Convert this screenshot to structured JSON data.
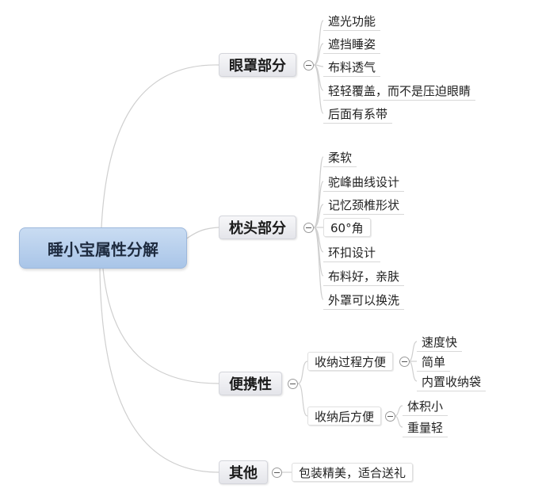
{
  "root": {
    "title": "睡小宝属性分解"
  },
  "branches": [
    {
      "title": "眼罩部分",
      "items": [
        "遮光功能",
        "遮挡睡姿",
        "布料透气",
        "轻轻覆盖，而不是压迫眼睛",
        "后面有系带"
      ]
    },
    {
      "title": "枕头部分",
      "items": [
        "柔软",
        "驼峰曲线设计",
        "记忆颈椎形状",
        "60°角",
        "环扣设计",
        "布料好，亲肤",
        "外罩可以换洗"
      ]
    },
    {
      "title": "便携性",
      "subs": [
        {
          "title": "收纳过程方便",
          "items": [
            "速度快",
            "简单",
            "内置收纳袋"
          ]
        },
        {
          "title": "收纳后方便",
          "items": [
            "体积小",
            "重量轻"
          ]
        }
      ]
    },
    {
      "title": "其他",
      "items": [
        "包装精美，适合送礼"
      ]
    }
  ],
  "colors": {
    "root_fill": "#b6cfee",
    "line": "#cfcfcf"
  }
}
